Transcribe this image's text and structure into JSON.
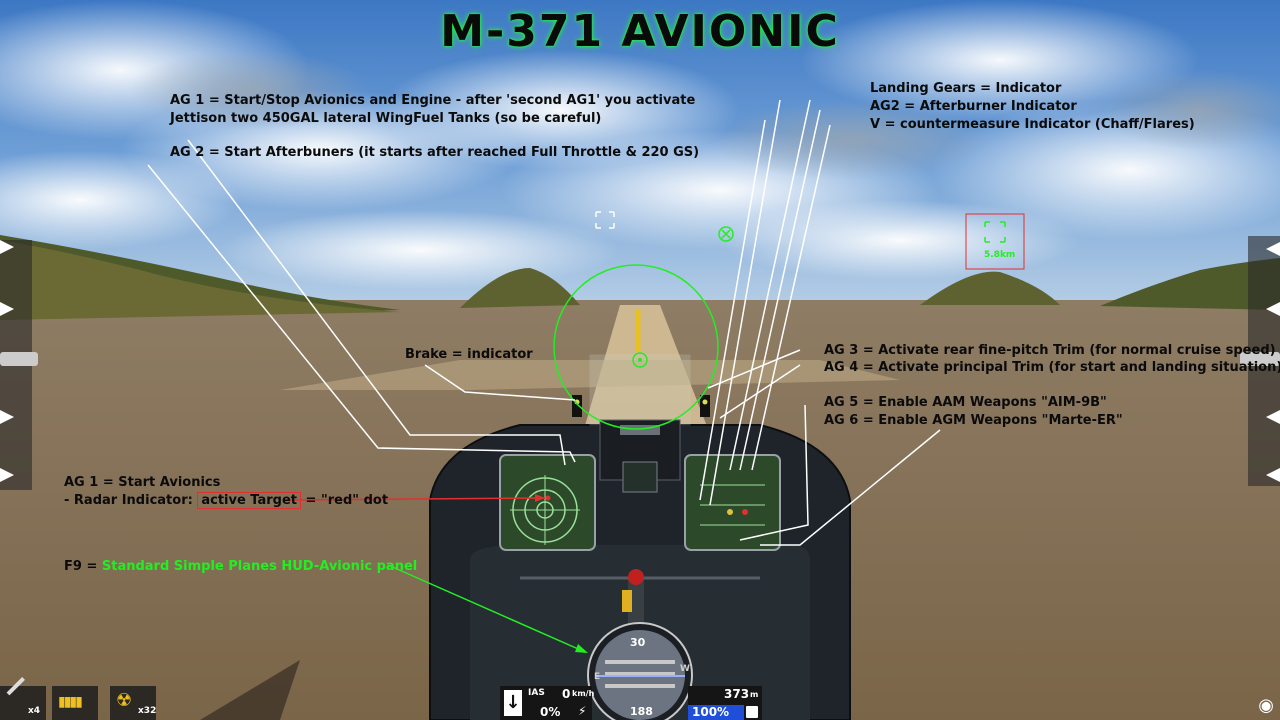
{
  "title": "M-371  AVIONIC",
  "annotations": {
    "ag1_start_stop": "AG 1 = Start/Stop Avionics and Engine - after 'second AG1' you activate",
    "ag1_jettison": "Jettison two 450GAL lateral WingFuel Tanks (so be careful)",
    "ag2_afterburners": "AG 2 = Start Afterbuners (it starts after reached Full Throttle & 220 GS)",
    "landing_gears": "Landing Gears = Indicator",
    "ag2_indicator": "AG2 = Afterburner Indicator",
    "v_countermeasure": "V =  countermeasure Indicator (Chaff/Flares)",
    "brake": "Brake = indicator",
    "ag3": "AG 3 = Activate rear fine-pitch Trim (for normal cruise speed)",
    "ag4": "AG 4 = Activate principal Trim (for start and landing situation)",
    "ag5": "AG 5 = Enable AAM Weapons \"AIM-9B\"",
    "ag6": "AG 6 = Enable AGM Weapons \"Marte-ER\"",
    "ag1_avionics": "AG 1 = Start Avionics",
    "radar_prefix": "- Radar Indicator: ",
    "radar_active": "active Target",
    "radar_suffix": " = \"red\" dot",
    "f9_prefix": "F9 = ",
    "f9_panel": "Standard Simple Planes HUD-Avionic panel"
  },
  "target_marker": {
    "label": "5.8km"
  },
  "hud": {
    "ias_label": "IAS",
    "speed_value": "0",
    "speed_unit": "km/h",
    "altitude_value": "373",
    "altitude_unit": "m",
    "throttle": "0%",
    "fuel": "100%",
    "heading": "188",
    "pitch_ladder": "30",
    "compass_e": "E",
    "compass_w": "W"
  },
  "weapons": {
    "slot1_count": "x4",
    "slot3_count": "x32"
  },
  "colors": {
    "hud_green": "#22ee22",
    "target_red": "#e03030",
    "title_glow": "#1aff3a",
    "hud_blue": "#1f4fd8"
  }
}
